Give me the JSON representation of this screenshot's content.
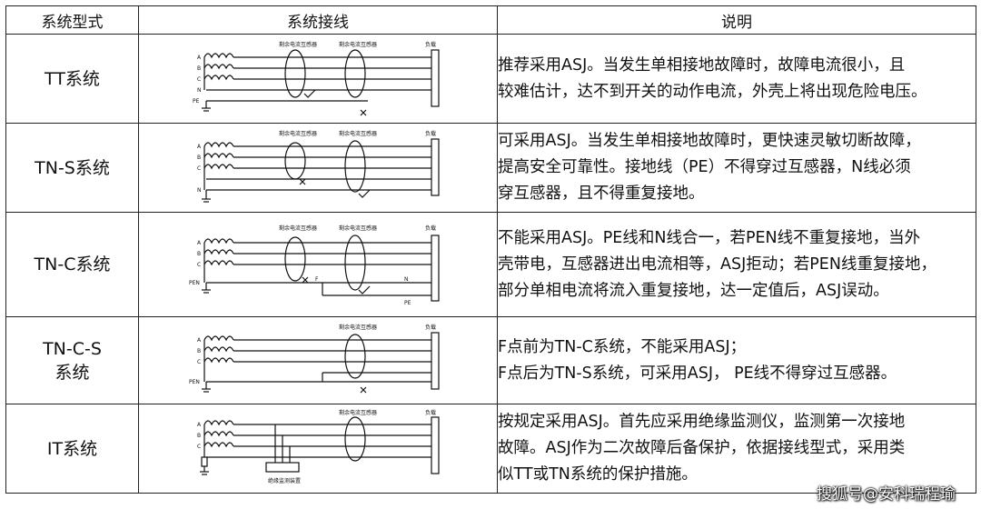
{
  "table": {
    "headers": [
      "系统型式",
      "系统接线",
      "说明"
    ],
    "rows": [
      {
        "type_lines": [
          "TT系统"
        ],
        "desc_lines": [
          "推荐采用ASJ。当发生单相接地故障时，故障电流很小，且",
          "较难估计，达不到开关的动作电流，外壳上将出现危险电压。"
        ]
      },
      {
        "type_lines": [
          "TN-S系统"
        ],
        "desc_lines": [
          "可采用ASJ。当发生单相接地故障时，更快速灵敏切断故障，",
          "提高安全可靠性。接地线（PE）不得穿过互感器，N线必须",
          "穿互感器，且不得重复接地。"
        ]
      },
      {
        "type_lines": [
          "TN-C系统"
        ],
        "desc_lines": [
          "不能采用ASJ。PE线和N线合一，若PEN线不重复接地，当外",
          "壳带电，互感器进出电流相等，ASJ拒动；若PEN线重复接地，",
          "部分单相电流将流入重复接地，达一定值后，ASJ误动。"
        ]
      },
      {
        "type_lines": [
          "TN-C-S",
          "系统"
        ],
        "desc_lines": [
          "F点前为TN-C系统，不能采用ASJ；",
          "F点后为TN-S系统，可采用ASJ， PE线不得穿过互感器。"
        ]
      },
      {
        "type_lines": [
          "IT系统"
        ],
        "desc_lines": [
          "按规定采用ASJ。首先应采用绝缘监测仪，监测第一次接地",
          "故障。ASJ作为二次故障后备保护，依据接线型式，采用类",
          "似TT或TN系统的保护措施。"
        ]
      }
    ]
  },
  "diagram_labels": {
    "transformer": "剩余电流互感器",
    "load": "负载",
    "monitor": "绝缘监测装置",
    "phase_a": "A",
    "phase_b": "B",
    "phase_c": "C",
    "neutral": "N",
    "pe": "PE",
    "pen": "PEN",
    "point_f": "F"
  },
  "watermark": "搜狐号@安科瑞程瑜"
}
